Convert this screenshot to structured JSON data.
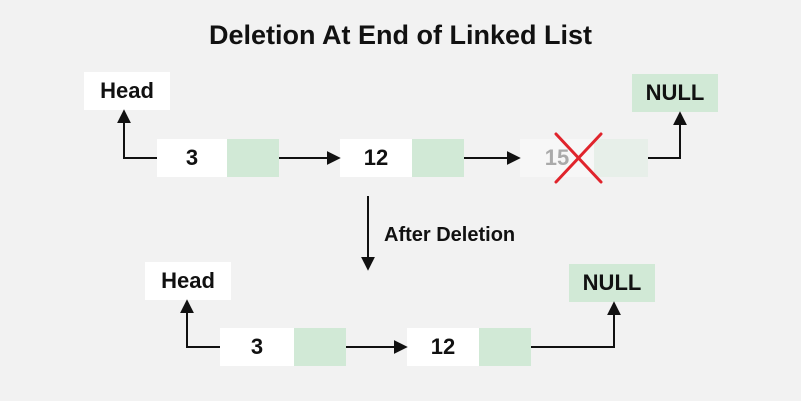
{
  "title": "Deletion At End of Linked List",
  "before": {
    "head_label": "Head",
    "null_label": "NULL",
    "nodes": [
      {
        "value": "3"
      },
      {
        "value": "12"
      },
      {
        "value": "15",
        "deleted": true
      }
    ]
  },
  "transition_label": "After Deletion",
  "after": {
    "head_label": "Head",
    "null_label": "NULL",
    "nodes": [
      {
        "value": "3"
      },
      {
        "value": "12"
      }
    ]
  },
  "colors": {
    "pointer_fill": "#d1e9d6",
    "background": "#f2f2f2",
    "delete_mark": "#e0242c"
  }
}
